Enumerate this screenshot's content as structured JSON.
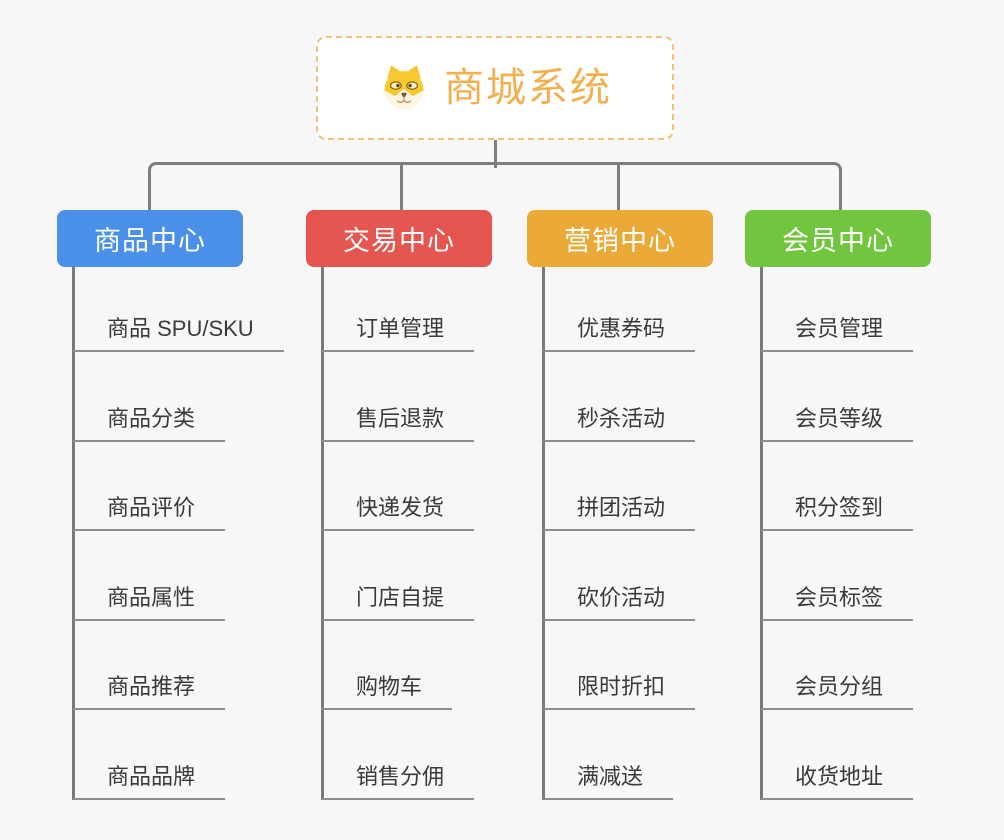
{
  "root": {
    "title": "商城系统",
    "icon": "dog-face-icon",
    "title_color": "#f2b04e",
    "border_color": "#f1c27a"
  },
  "connector_color": "#7e7e7e",
  "branches": [
    {
      "label": "商品中心",
      "color": "#4a90e8",
      "items": [
        "商品 SPU/SKU",
        "商品分类",
        "商品评价",
        "商品属性",
        "商品推荐",
        "商品品牌"
      ]
    },
    {
      "label": "交易中心",
      "color": "#e4564f",
      "items": [
        "订单管理",
        "售后退款",
        "快递发货",
        "门店自提",
        "购物车",
        "销售分佣"
      ]
    },
    {
      "label": "营销中心",
      "color": "#eba938",
      "items": [
        "优惠券码",
        "秒杀活动",
        "拼团活动",
        "砍价活动",
        "限时折扣",
        "满减送"
      ]
    },
    {
      "label": "会员中心",
      "color": "#72c53f",
      "items": [
        "会员管理",
        "会员等级",
        "积分签到",
        "会员标签",
        "会员分组",
        "收货地址"
      ]
    }
  ]
}
